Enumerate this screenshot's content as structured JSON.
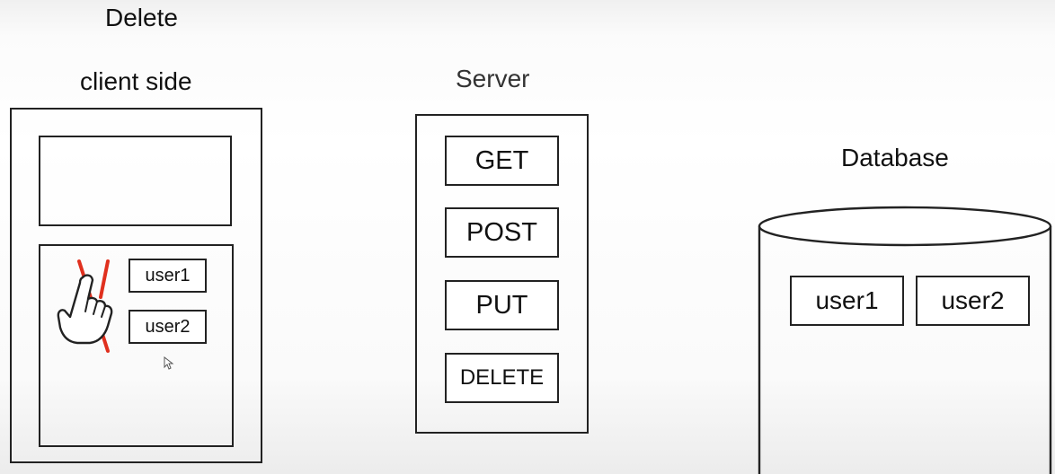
{
  "client": {
    "title": "Delete",
    "subtitle": "client side",
    "items": [
      "user1",
      "user2"
    ],
    "delete_mark_color": "#e0301e"
  },
  "server": {
    "title": "Server",
    "methods": [
      "GET",
      "POST",
      "PUT",
      "DELETE"
    ]
  },
  "database": {
    "title": "Database",
    "items": [
      "user1",
      "user2"
    ]
  },
  "icons": [
    "hand-pointer-icon",
    "red-x-icon",
    "mouse-cursor-icon"
  ]
}
